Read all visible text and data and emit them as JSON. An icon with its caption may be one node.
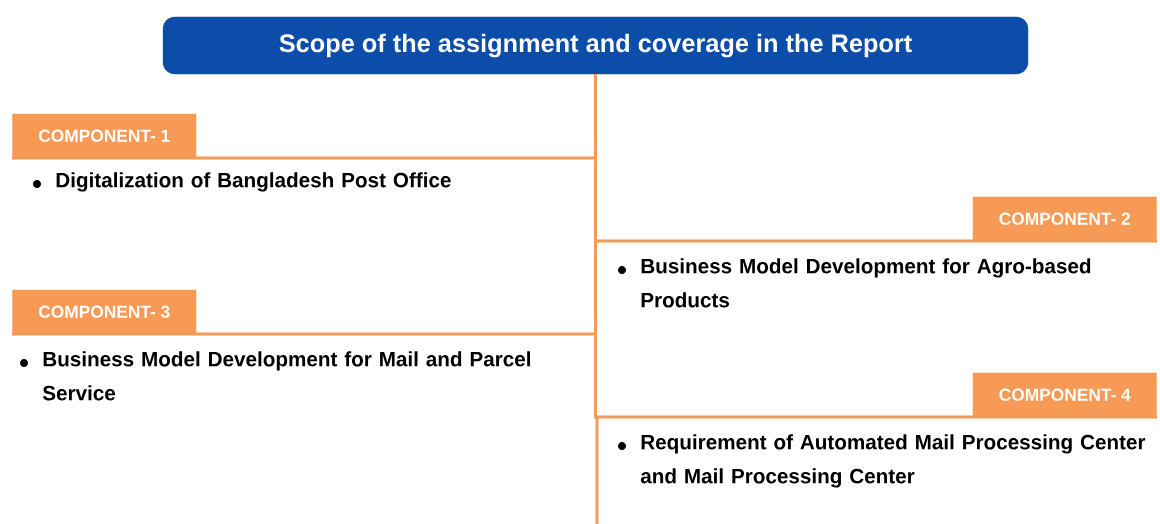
{
  "diagram": {
    "nodes": [
      {
        "text": [
          "Scope of the assignment and coverage in the Report"
        ]
      },
      {
        "text": [
          "COMPONENT- 1"
        ],
        "beside": [
          "Digitalization of Bangladesh Post Office"
        ]
      },
      {
        "text": [
          "COMPONENT- 2"
        ],
        "beside": [
          "Business Model Development for Agro-based Products"
        ]
      },
      {
        "text": [
          "COMPONENT- 3"
        ],
        "beside": [
          "Business Model Development for Mail and Parcel Service"
        ]
      },
      {
        "text": [
          "COMPONENT- 4"
        ],
        "beside": [
          "Requirement of Automated Mail Processing Center and Mail Processing Center"
        ]
      }
    ],
    "edges": [
      {
        "from": 0,
        "to": 1,
        "arrow": "none"
      },
      {
        "from": 0,
        "to": 2,
        "arrow": "none"
      },
      {
        "from": 0,
        "to": 3,
        "arrow": "none"
      },
      {
        "from": 0,
        "to": 4,
        "arrow": "none"
      }
    ]
  }
}
